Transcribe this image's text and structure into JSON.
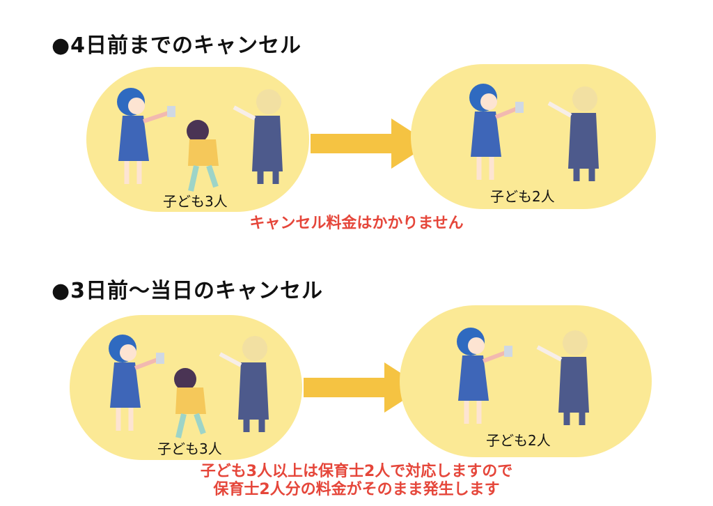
{
  "section1": {
    "heading": "●4日前までのキャンセル",
    "before_label": "子ども3人",
    "after_label": "子ども2人",
    "note": "キャンセル料金はかかりません"
  },
  "section2": {
    "heading": "●3日前〜当日のキャンセル",
    "before_label": "子ども3人",
    "after_label": "子ども2人",
    "note_line1": "子ども3人以上は保育士2人で対応しますので",
    "note_line2": "保育士2人分の料金がそのまま発生します"
  },
  "colors": {
    "pill": "#fbe995",
    "arrow": "#f5c342",
    "note_text": "#e5463a"
  }
}
